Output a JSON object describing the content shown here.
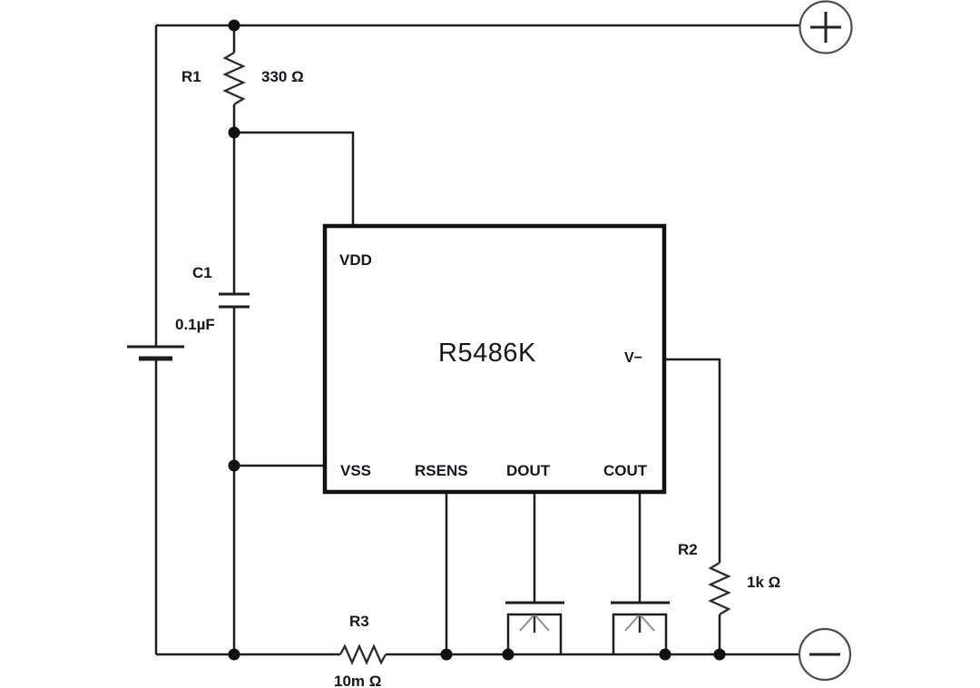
{
  "ic": {
    "name": "R5486K",
    "pins": {
      "vdd": "VDD",
      "vss": "VSS",
      "rsens": "RSENS",
      "dout": "DOUT",
      "cout": "COUT",
      "vminus": "V−"
    }
  },
  "components": {
    "r1": {
      "ref": "R1",
      "value": "330 Ω"
    },
    "c1": {
      "ref": "C1",
      "value": "0.1µF"
    },
    "r2": {
      "ref": "R2",
      "value": "1k Ω"
    },
    "r3": {
      "ref": "R3",
      "value": "10m Ω"
    }
  },
  "terminals": {
    "positive": "+",
    "negative": "−"
  },
  "colors": {
    "line": "#1d1d1d",
    "text": "#15171e",
    "terminal_stroke": "#4d4d4d",
    "background": "#ffffff"
  }
}
